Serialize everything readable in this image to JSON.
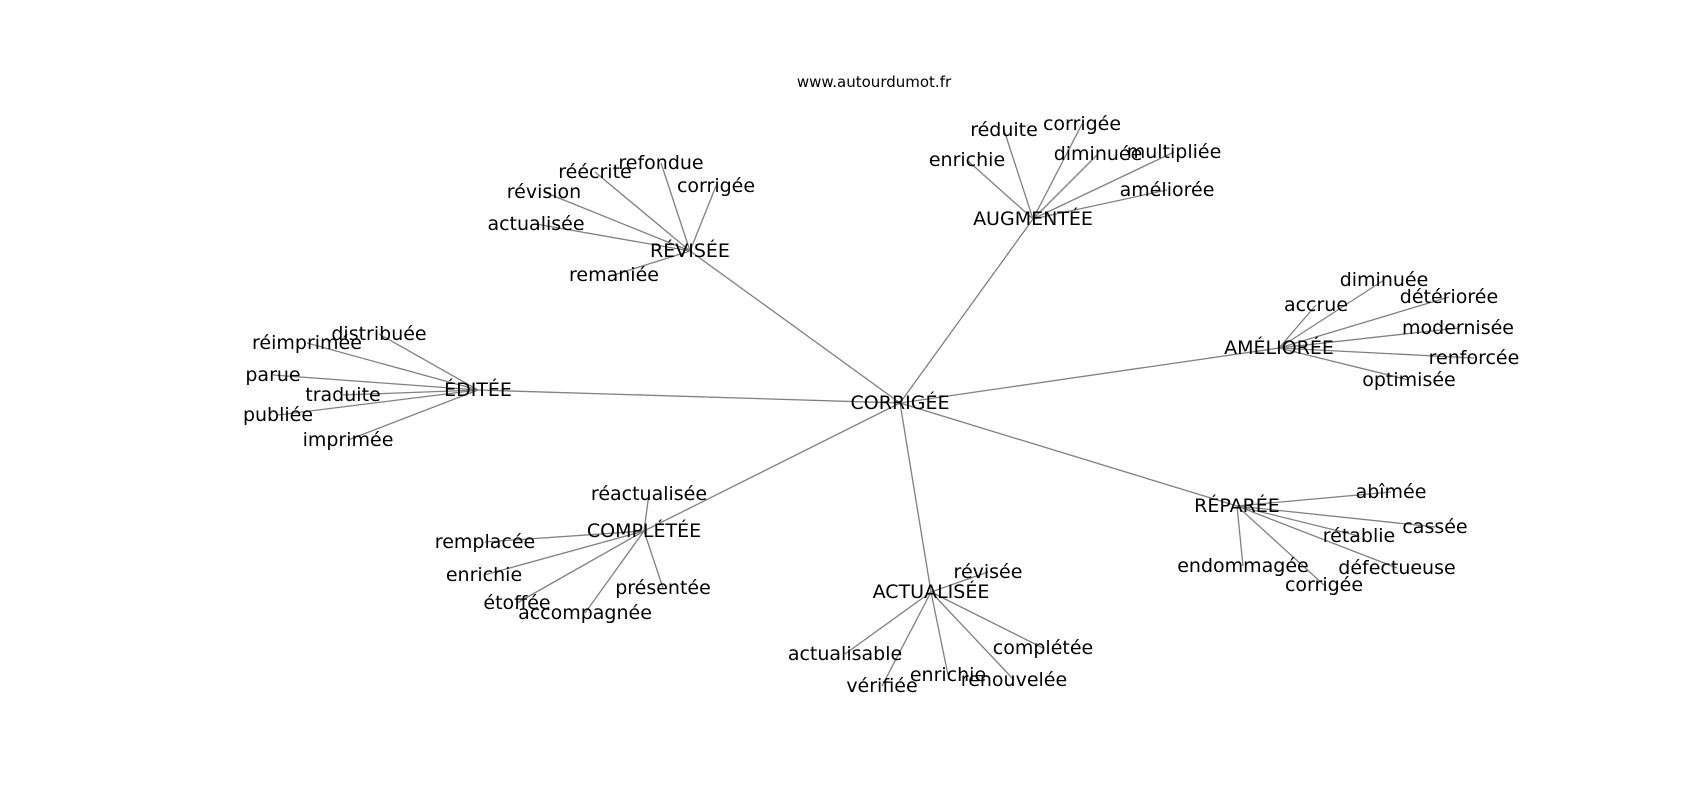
{
  "site": "www.autourdumot.fr",
  "root": {
    "id": "corrigee-root",
    "label": "CORRIGÉE"
  },
  "hubs": [
    {
      "id": "revisee",
      "label": "RÉVISÉE"
    },
    {
      "id": "augmentee",
      "label": "AUGMENTÉE"
    },
    {
      "id": "amelioree",
      "label": "AMÉLIORÉE"
    },
    {
      "id": "editee",
      "label": "ÉDITÉE"
    },
    {
      "id": "reparee",
      "label": "RÉPARÉE"
    },
    {
      "id": "completee",
      "label": "COMPLÉTÉE"
    },
    {
      "id": "actualisee",
      "label": "ACTUALISÉE"
    }
  ],
  "leaves": [
    {
      "id": "revisee-refondue",
      "hub": "revisee",
      "label": "refondue"
    },
    {
      "id": "revisee-reecrite",
      "hub": "revisee",
      "label": "réécrite"
    },
    {
      "id": "revisee-corrigee",
      "hub": "revisee",
      "label": "corrigée"
    },
    {
      "id": "revisee-revision",
      "hub": "revisee",
      "label": "révision"
    },
    {
      "id": "revisee-actualisee",
      "hub": "revisee",
      "label": "actualisée"
    },
    {
      "id": "revisee-remaniee",
      "hub": "revisee",
      "label": "remaniée"
    },
    {
      "id": "augmentee-reduite",
      "hub": "augmentee",
      "label": "réduite"
    },
    {
      "id": "augmentee-corrigee",
      "hub": "augmentee",
      "label": "corrigée"
    },
    {
      "id": "augmentee-enrichie",
      "hub": "augmentee",
      "label": "enrichie"
    },
    {
      "id": "augmentee-diminuee",
      "hub": "augmentee",
      "label": "diminuée"
    },
    {
      "id": "augmentee-multipliee",
      "hub": "augmentee",
      "label": "multipliée"
    },
    {
      "id": "augmentee-amelioree",
      "hub": "augmentee",
      "label": "améliorée"
    },
    {
      "id": "amelioree-diminuee",
      "hub": "amelioree",
      "label": "diminuée"
    },
    {
      "id": "amelioree-accrue",
      "hub": "amelioree",
      "label": "accrue"
    },
    {
      "id": "amelioree-deterioree",
      "hub": "amelioree",
      "label": "détériorée"
    },
    {
      "id": "amelioree-modernisee",
      "hub": "amelioree",
      "label": "modernisée"
    },
    {
      "id": "amelioree-renforcee",
      "hub": "amelioree",
      "label": "renforcée"
    },
    {
      "id": "amelioree-optimisee",
      "hub": "amelioree",
      "label": "optimisée"
    },
    {
      "id": "editee-distribuee",
      "hub": "editee",
      "label": "distribuée"
    },
    {
      "id": "editee-reimprimee",
      "hub": "editee",
      "label": "réimprimée"
    },
    {
      "id": "editee-parue",
      "hub": "editee",
      "label": "parue"
    },
    {
      "id": "editee-traduite",
      "hub": "editee",
      "label": "traduite"
    },
    {
      "id": "editee-publiee",
      "hub": "editee",
      "label": "publiée"
    },
    {
      "id": "editee-imprimee",
      "hub": "editee",
      "label": "imprimée"
    },
    {
      "id": "reparee-abimee",
      "hub": "reparee",
      "label": "abîmée"
    },
    {
      "id": "reparee-cassee",
      "hub": "reparee",
      "label": "cassée"
    },
    {
      "id": "reparee-retablie",
      "hub": "reparee",
      "label": "rétablie"
    },
    {
      "id": "reparee-endommagee",
      "hub": "reparee",
      "label": "endommagée"
    },
    {
      "id": "reparee-defectueuse",
      "hub": "reparee",
      "label": "défectueuse"
    },
    {
      "id": "reparee-corrigee",
      "hub": "reparee",
      "label": "corrigée"
    },
    {
      "id": "completee-reactualisee",
      "hub": "completee",
      "label": "réactualisée"
    },
    {
      "id": "completee-remplacee",
      "hub": "completee",
      "label": "remplacée"
    },
    {
      "id": "completee-enrichie",
      "hub": "completee",
      "label": "enrichie"
    },
    {
      "id": "completee-presentee",
      "hub": "completee",
      "label": "présentée"
    },
    {
      "id": "completee-etoffee",
      "hub": "completee",
      "label": "étoffée"
    },
    {
      "id": "completee-accompagnee",
      "hub": "completee",
      "label": "accompagnée"
    },
    {
      "id": "actualisee-revisee",
      "hub": "actualisee",
      "label": "révisée"
    },
    {
      "id": "actualisee-actualisable",
      "hub": "actualisee",
      "label": "actualisable"
    },
    {
      "id": "actualisee-completee",
      "hub": "actualisee",
      "label": "complétée"
    },
    {
      "id": "actualisee-verifiee",
      "hub": "actualisee",
      "label": "vérifiée"
    },
    {
      "id": "actualisee-enrichie",
      "hub": "actualisee",
      "label": "enrichie"
    },
    {
      "id": "actualisee-renouvelee",
      "hub": "actualisee",
      "label": "renouvelée"
    }
  ]
}
